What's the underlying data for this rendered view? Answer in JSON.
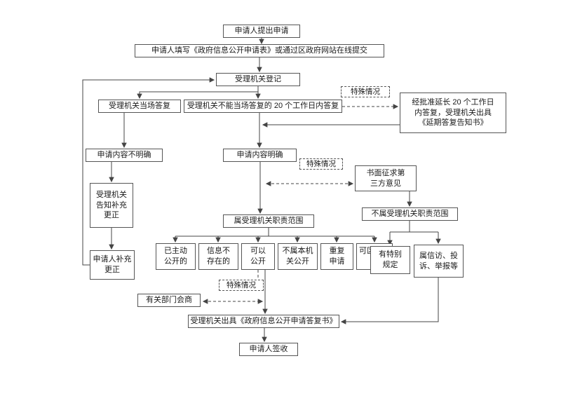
{
  "diagram": {
    "colors": {
      "line": "#444444",
      "border": "#555555",
      "text": "#1a1a1a",
      "background": "#ffffff"
    },
    "nodes": {
      "submit": {
        "label": "申请人提出申请"
      },
      "fill_form": {
        "label": "申请人填写《政府信息公开申请表》或通过区政府网站在线提交"
      },
      "register": {
        "label": "受理机关登记"
      },
      "onsite_reply": {
        "label": "受理机关当场答复"
      },
      "reply_20days": {
        "label": "受理机关不能当场答复的 20 个工作日内答复"
      },
      "special_case_top": {
        "label": "特殊情况"
      },
      "extension": {
        "label": "经批准延长 20 个工作日\n内答复，受理机关出具\n《延期答复告知书》"
      },
      "unclear": {
        "label": "申请内容不明确"
      },
      "clear": {
        "label": "申请内容明确"
      },
      "special_case_mid": {
        "label": "特殊情况"
      },
      "third_party": {
        "label": "书面征求第\n三方意见"
      },
      "notify_supplement": {
        "label": "受理机关\n告知补充\n更正"
      },
      "in_scope": {
        "label": "属受理机关职责范围"
      },
      "out_scope": {
        "label": "不属受理机关职责范围"
      },
      "already_public": {
        "label": "已主动\n公开的"
      },
      "not_exist": {
        "label": "信息不\n存在的"
      },
      "can_public": {
        "label": "可以\n公开"
      },
      "not_this_org": {
        "label": "不属本机\n关公开"
      },
      "repeat_apply": {
        "label": "重复\n申请"
      },
      "separable": {
        "label": "可区分处\n理"
      },
      "applicant_supplement": {
        "label": "申请人补充\n更正"
      },
      "special_rule": {
        "label": "有特别\n规定"
      },
      "petition": {
        "label": "属信访、投\n诉、举报等"
      },
      "special_case_bottom": {
        "label": "特殊情况"
      },
      "dept_consult": {
        "label": "有关部门会商"
      },
      "reply_doc": {
        "label": "受理机关出具《政府信息公开申请答复书》"
      },
      "sign": {
        "label": "申请人签收"
      }
    }
  }
}
